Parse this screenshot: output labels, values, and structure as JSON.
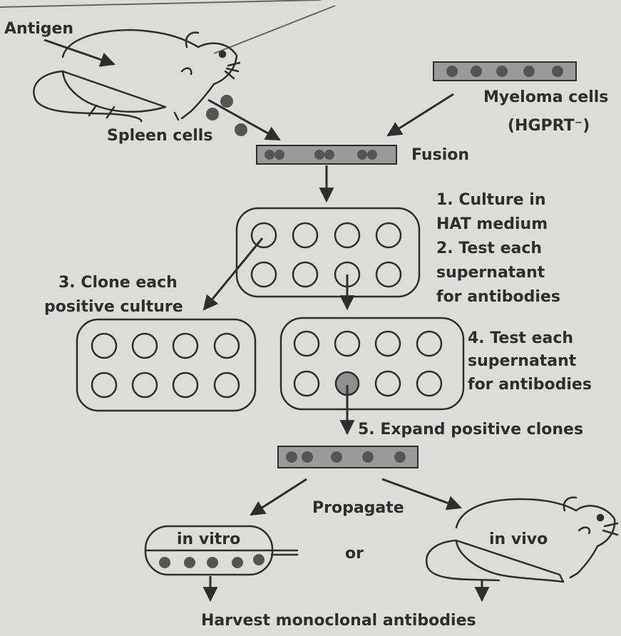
{
  "labels": {
    "antigen": "Antigen",
    "spleen_cells": "Spleen cells",
    "myeloma_cells": "Myeloma cells",
    "hgprt": "(HGPRT⁻)",
    "fusion": "Fusion",
    "step1_line1": "1. Culture in",
    "step1_line2": "HAT medium",
    "step2_line1": "2. Test each",
    "step2_line2": "supernatant",
    "step2_line3": "for antibodies",
    "step3_line1": "3. Clone each",
    "step3_line2": "positive culture",
    "step4_line1": "4. Test each",
    "step4_line2": "supernatant",
    "step4_line3": "for antibodies",
    "step5": "5. Expand positive clones",
    "propagate": "Propagate",
    "in_vitro": "in vitro",
    "or": "or",
    "in_vivo": "in vivo",
    "harvest": "Harvest monoclonal antibodies"
  },
  "colors": {
    "background": "#dcdcda",
    "ink": "#2e2e2e",
    "strip": "#9a9a9a",
    "cell": "#555555"
  }
}
